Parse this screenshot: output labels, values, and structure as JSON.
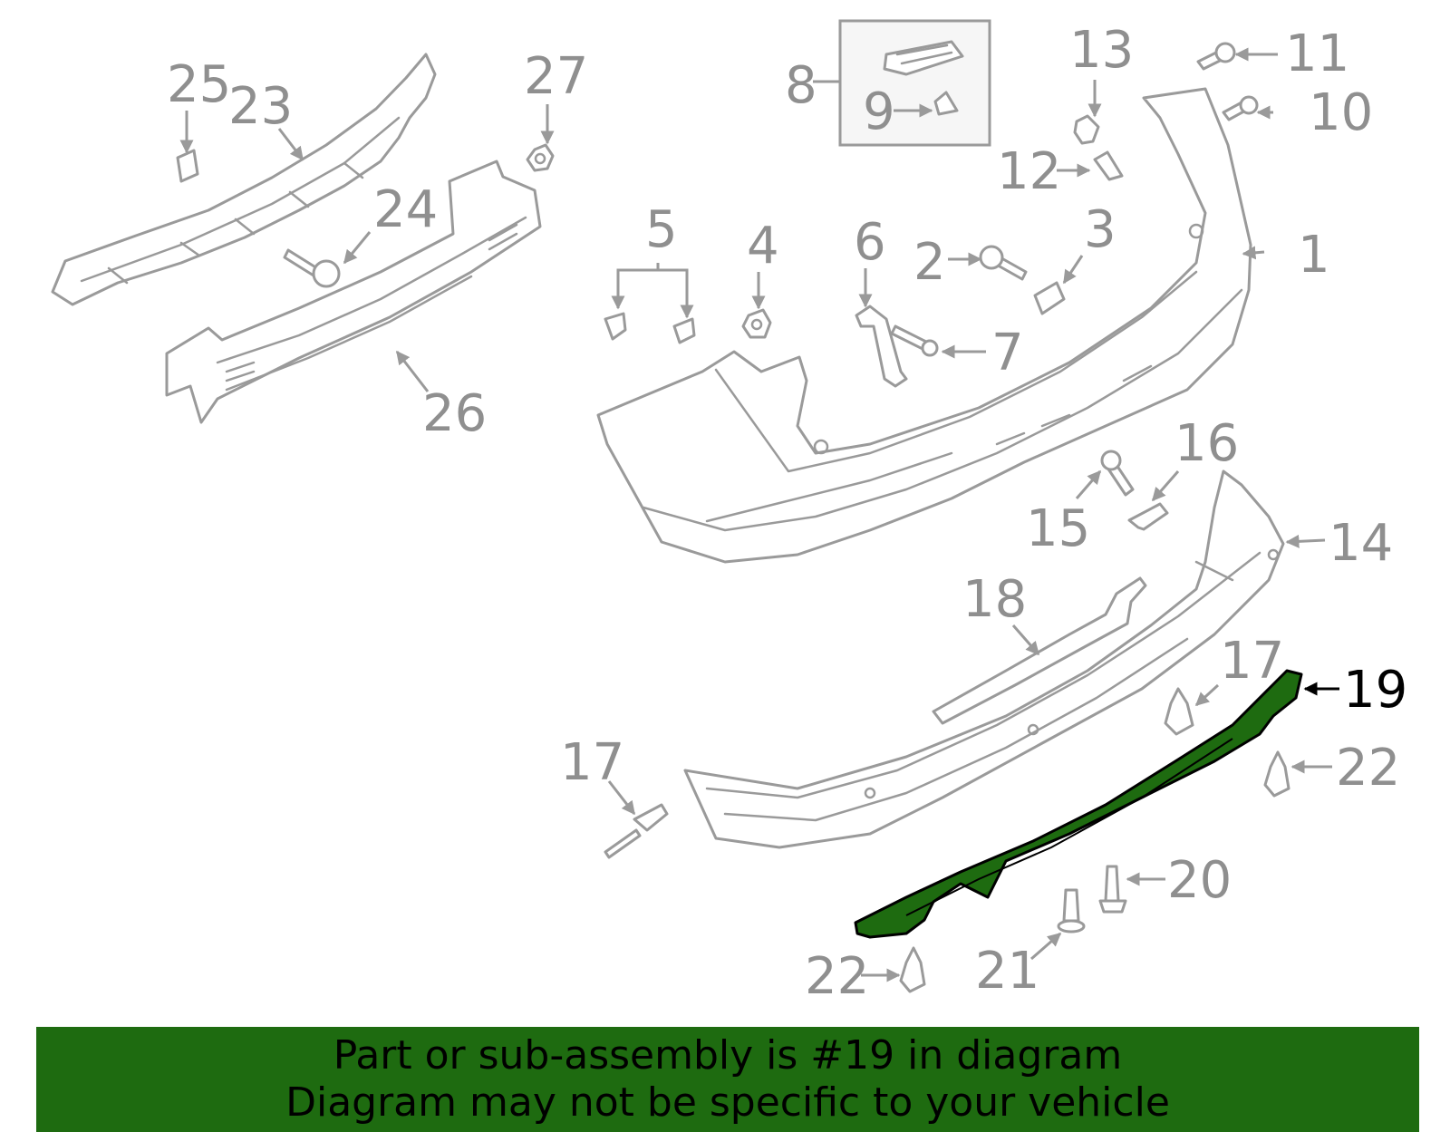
{
  "highlight_color": "#1e6b10",
  "callouts": {
    "c1": "1",
    "c2": "2",
    "c3": "3",
    "c4": "4",
    "c5": "5",
    "c6": "6",
    "c7": "7",
    "c8": "8",
    "c9": "9",
    "c10": "10",
    "c11": "11",
    "c12": "12",
    "c13": "13",
    "c14": "14",
    "c15": "15",
    "c16": "16",
    "c17a": "17",
    "c17b": "17",
    "c18": "18",
    "c19": "19",
    "c20": "20",
    "c21": "21",
    "c22a": "22",
    "c22b": "22",
    "c23": "23",
    "c24": "24",
    "c25": "25",
    "c26": "26",
    "c27": "27"
  },
  "banner": {
    "line1": "Part or sub-assembly is #19 in diagram",
    "line2": "Diagram may not be specific to your vehicle"
  }
}
